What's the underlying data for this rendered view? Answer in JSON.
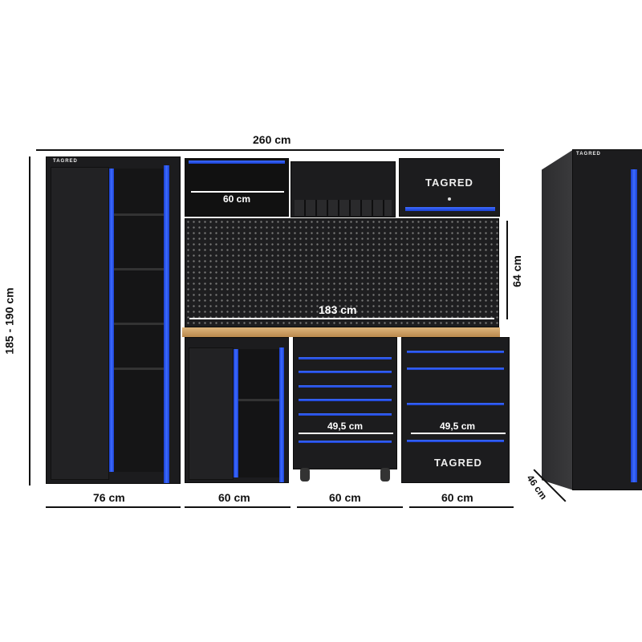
{
  "brand": "TAGRED",
  "dimensions": {
    "total_width": "260 cm",
    "height": "185 - 190 cm",
    "pegboard_height": "64 cm",
    "pegboard_width": "183 cm",
    "wall_cabinet_width": "60 cm",
    "drawer_width_cart": "49,5 cm",
    "drawer_width_cabinet": "49,5 cm",
    "tall_cabinet_width": "76 cm",
    "lower_cabinet_width": "60 cm",
    "cart_width": "60 cm",
    "drawer_cabinet_width": "60 cm",
    "depth": "46 cm"
  },
  "colors": {
    "accent": "#2f5cf0",
    "body": "#1c1c1e",
    "worktop": "#c99a5c"
  }
}
